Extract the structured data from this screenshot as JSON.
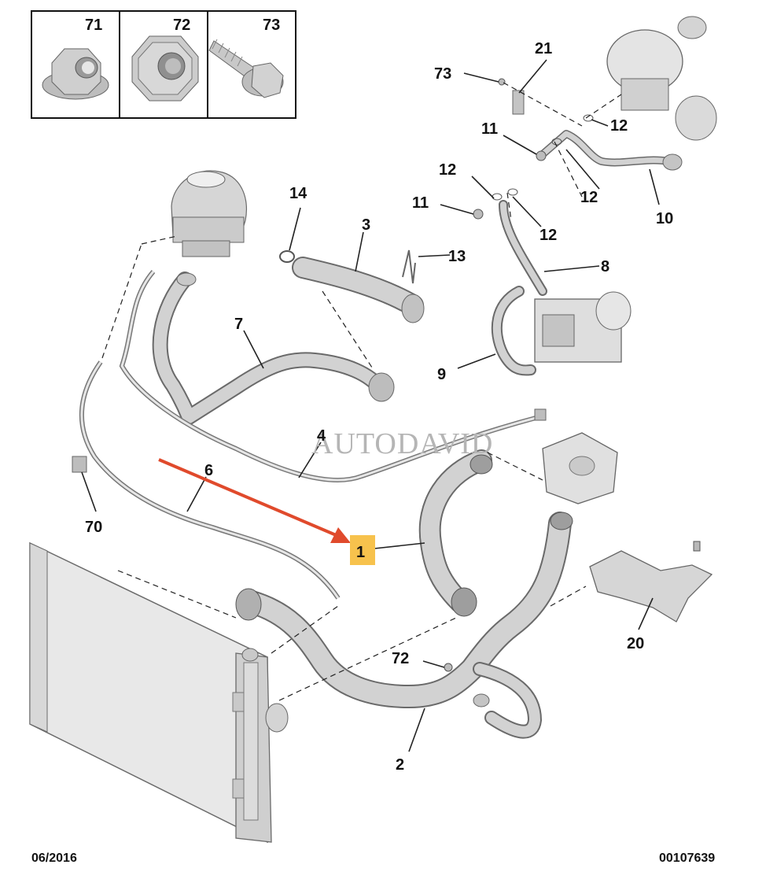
{
  "hardware_box": {
    "items": [
      {
        "label": "71",
        "icon": "flange-nut-icon"
      },
      {
        "label": "72",
        "icon": "hex-nut-icon"
      },
      {
        "label": "73",
        "icon": "flange-bolt-icon"
      }
    ]
  },
  "callouts": {
    "c1": "1",
    "c2": "2",
    "c3": "3",
    "c4": "4",
    "c6": "6",
    "c7": "7",
    "c8": "8",
    "c9": "9",
    "c10": "10",
    "c11a": "11",
    "c11b": "11",
    "c12a": "12",
    "c12b": "12",
    "c12c": "12",
    "c12d": "12",
    "c13": "13",
    "c14": "14",
    "c20": "20",
    "c21": "21",
    "c70": "70",
    "c72": "72",
    "c73": "73"
  },
  "watermark": "AUTODAVID",
  "footer": {
    "date": "06/2016",
    "reference": "00107639"
  },
  "colors": {
    "highlight": "#f7c24d",
    "arrow": "#e04a2c",
    "part_fill": "#d6d6d6",
    "part_stroke": "#6a6a6a"
  }
}
